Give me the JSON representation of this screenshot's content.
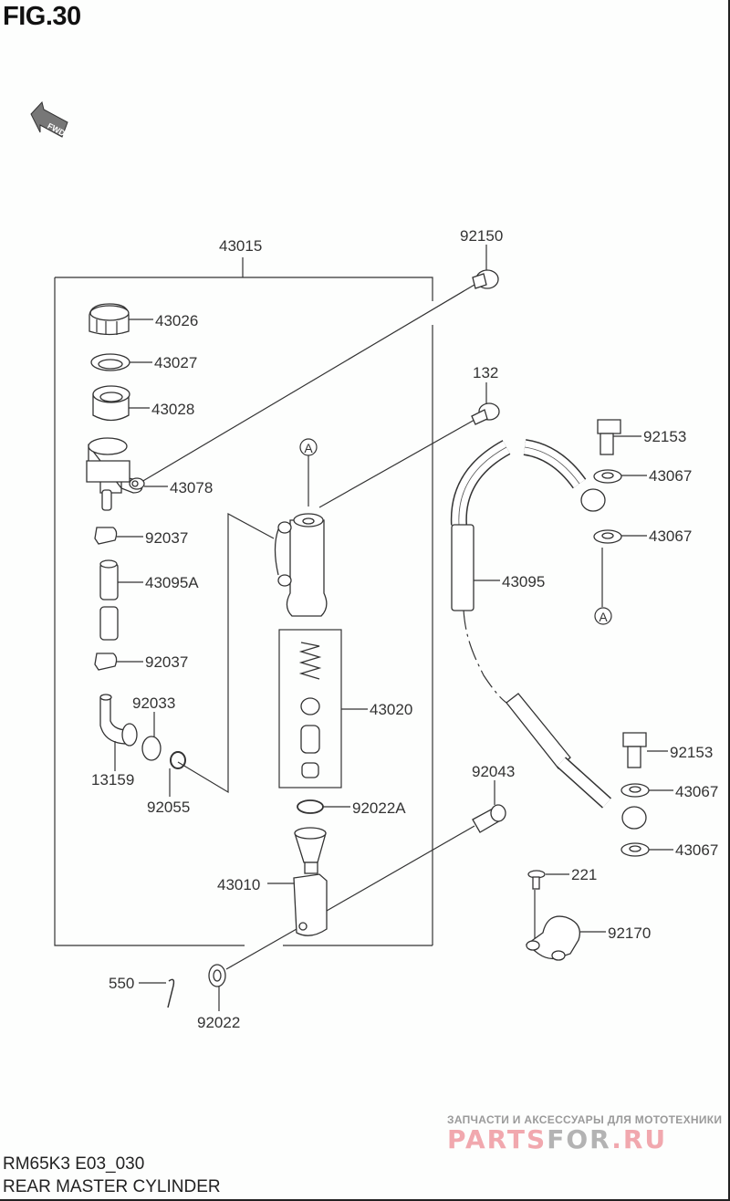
{
  "figure": {
    "title": "FIG.30",
    "model_code": "RM65K3 E03_030",
    "name": "REAR MASTER CYLINDER",
    "direction_indicator": "FWD"
  },
  "parts": [
    {
      "id": "p43015",
      "number": "43015"
    },
    {
      "id": "p92150",
      "number": "92150"
    },
    {
      "id": "p43026",
      "number": "43026"
    },
    {
      "id": "p43027",
      "number": "43027"
    },
    {
      "id": "p43028",
      "number": "43028"
    },
    {
      "id": "p132",
      "number": "132"
    },
    {
      "id": "p92153a",
      "number": "92153"
    },
    {
      "id": "p43078",
      "number": "43078"
    },
    {
      "id": "p43067a",
      "number": "43067"
    },
    {
      "id": "p92037a",
      "number": "92037"
    },
    {
      "id": "p43067b",
      "number": "43067"
    },
    {
      "id": "p43095A",
      "number": "43095A"
    },
    {
      "id": "p43095",
      "number": "43095"
    },
    {
      "id": "p92037b",
      "number": "92037"
    },
    {
      "id": "p92033",
      "number": "92033"
    },
    {
      "id": "p43020",
      "number": "43020"
    },
    {
      "id": "p13159",
      "number": "13159"
    },
    {
      "id": "p92153b",
      "number": "92153"
    },
    {
      "id": "p92055",
      "number": "92055"
    },
    {
      "id": "p92043",
      "number": "92043"
    },
    {
      "id": "p43067c",
      "number": "43067"
    },
    {
      "id": "p92022A",
      "number": "92022A"
    },
    {
      "id": "p43067d",
      "number": "43067"
    },
    {
      "id": "p221",
      "number": "221"
    },
    {
      "id": "p43010",
      "number": "43010"
    },
    {
      "id": "p92170",
      "number": "92170"
    },
    {
      "id": "p550",
      "number": "550"
    },
    {
      "id": "p92022",
      "number": "92022"
    }
  ],
  "reference_markers": [
    "A",
    "A"
  ],
  "watermark": {
    "tagline": "ЗАПЧАСТИ И АКСЕССУАРЫ ДЛЯ МОТОТЕХНИКИ",
    "logo_part1": "PARTS",
    "logo_part2": "FOR",
    "logo_part3": ".RU",
    "colors": {
      "pink": "#f1a8ae",
      "gray": "#b3b3b3"
    }
  }
}
